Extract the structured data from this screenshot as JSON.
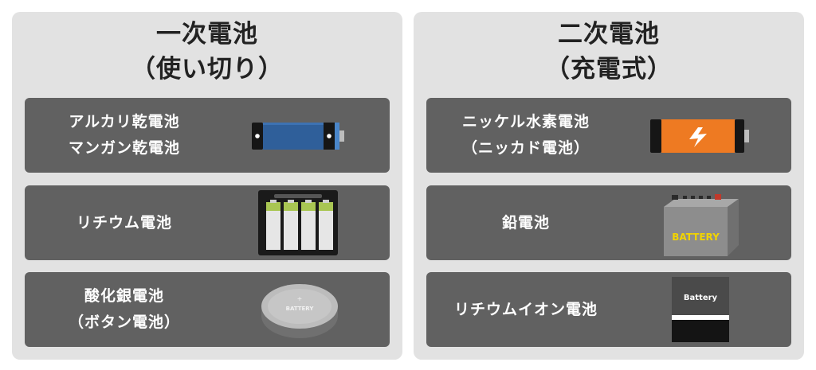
{
  "left_panel": {
    "title_line1": "一次電池",
    "title_line2": "（使い切り）",
    "items": [
      {
        "line1": "アルカリ乾電池",
        "line2": "マンガン乾電池",
        "icon": "alkaline-battery-icon"
      },
      {
        "line1": "リチウム電池",
        "line2": "",
        "icon": "battery-pack-icon"
      },
      {
        "line1": "酸化銀電池",
        "line2": "（ボタン電池）",
        "icon": "button-cell-icon"
      }
    ]
  },
  "right_panel": {
    "title_line1": "二次電池",
    "title_line2": "（充電式）",
    "items": [
      {
        "line1": "ニッケル水素電池",
        "line2": "（ニッカド電池）",
        "icon": "rechargeable-battery-icon"
      },
      {
        "line1": "鉛電池",
        "line2": "",
        "icon": "car-battery-icon"
      },
      {
        "line1": "リチウムイオン電池",
        "line2": "",
        "icon": "lithium-ion-battery-icon"
      }
    ]
  },
  "icon_text": {
    "button_cell_plus": "+",
    "button_cell": "BATTERY",
    "car_battery": "BATTERY",
    "lithium_ion": "Battery"
  },
  "colors": {
    "panel_bg": "#e2e2e2",
    "card_bg": "#616161",
    "alkaline_blue": "#2f5f9a",
    "rechargeable_orange": "#ee7a22",
    "car_battery_yellow": "#f2d400"
  }
}
